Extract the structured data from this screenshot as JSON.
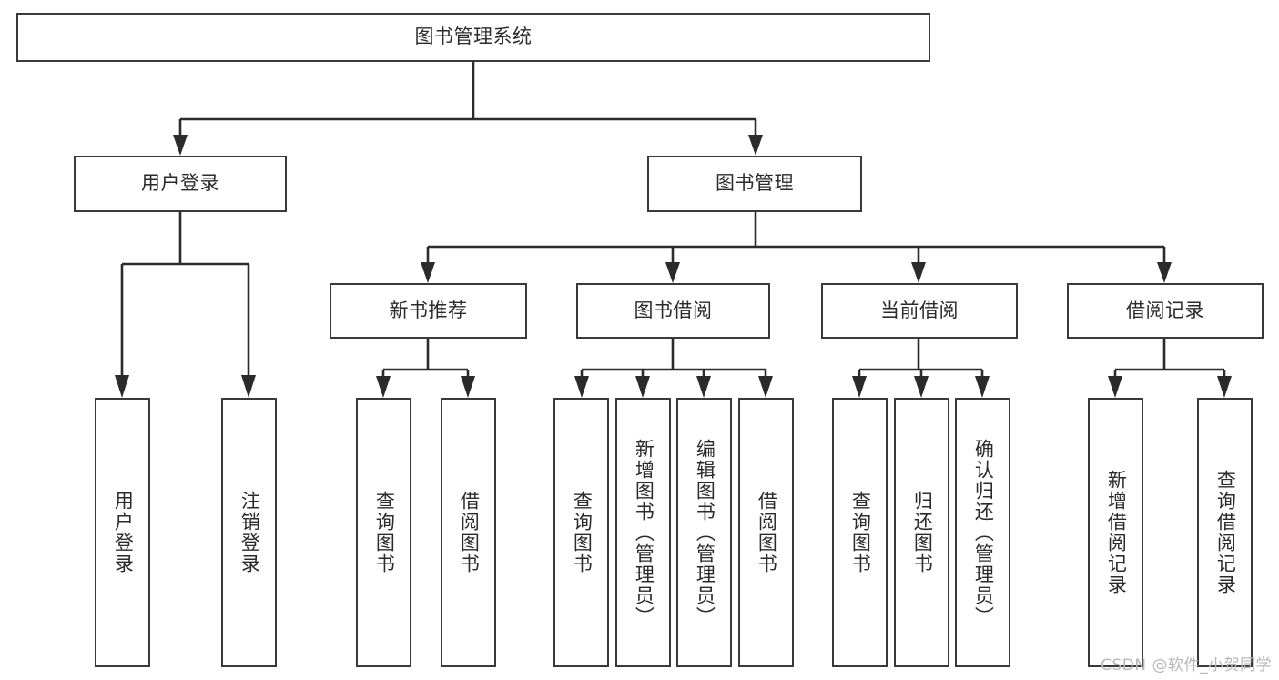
{
  "diagram": {
    "type": "tree",
    "title": "图书管理系统",
    "orientation": "top-down",
    "colors": {
      "box_border": "#3a3a3a",
      "box_fill": "#ffffff",
      "connector": "#2b2b2b",
      "text": "#2b2b2b",
      "watermark": "#b8b8b8"
    }
  },
  "root": {
    "label": "图书管理系统"
  },
  "level2": [
    {
      "label": "用户登录"
    },
    {
      "label": "图书管理"
    }
  ],
  "level3": [
    {
      "label": "新书推荐"
    },
    {
      "label": "图书借阅"
    },
    {
      "label": "当前借阅"
    },
    {
      "label": "借阅记录"
    }
  ],
  "leaves": {
    "user_login": [
      {
        "label": "用户登录"
      },
      {
        "label": "注销登录"
      }
    ],
    "new_book_recommend": [
      {
        "label": "查询图书"
      },
      {
        "label": "借阅图书"
      }
    ],
    "book_borrow": [
      {
        "label": "查询图书"
      },
      {
        "label": "新增图书（管理员）"
      },
      {
        "label": "编辑图书（管理员）"
      },
      {
        "label": "借阅图书"
      }
    ],
    "current_borrow": [
      {
        "label": "查询图书"
      },
      {
        "label": "归还图书"
      },
      {
        "label": "确认归还（管理员）"
      }
    ],
    "borrow_record": [
      {
        "label": "新增借阅记录"
      },
      {
        "label": "查询借阅记录"
      }
    ]
  },
  "watermark": {
    "text": "CSDN @软件_小贺同学"
  }
}
